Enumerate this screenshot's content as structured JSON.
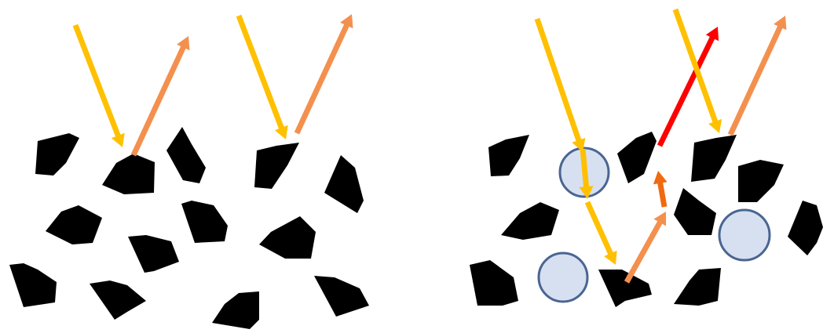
{
  "panels": [
    {
      "id": "left",
      "particle_color": "#000000",
      "rays": [
        {
          "kind": "incident",
          "color": "#FFC000"
        },
        {
          "kind": "reflected",
          "color": "#F4904E"
        },
        {
          "kind": "incident",
          "color": "#FFC000"
        },
        {
          "kind": "reflected",
          "color": "#F4904E"
        }
      ]
    },
    {
      "id": "right",
      "particle_color": "#000000",
      "bubble_fill": "#D6E0F0",
      "bubble_stroke": "#4A6591",
      "rays": [
        {
          "kind": "incident",
          "color": "#FFC000"
        },
        {
          "kind": "transmitted",
          "color": "#FFC000"
        },
        {
          "kind": "refracted",
          "color": "#FFC000"
        },
        {
          "kind": "scattered",
          "color": "#F4904E"
        },
        {
          "kind": "scattered",
          "color": "#F06A10"
        },
        {
          "kind": "emergent",
          "color": "#FF0000"
        },
        {
          "kind": "incident",
          "color": "#FFC000"
        },
        {
          "kind": "reflected",
          "color": "#F4904E"
        }
      ]
    }
  ]
}
